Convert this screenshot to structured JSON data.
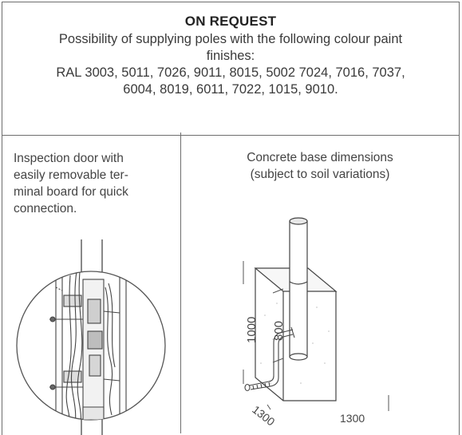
{
  "header": {
    "title": "ON REQUEST",
    "line1": "Possibility of supplying poles with the following colour paint",
    "line2": "finishes:",
    "line3": "RAL 3003, 5011, 7026, 9011, 8015, 5002 7024, 7016, 7037,",
    "line4": "6004, 8019, 6011, 7022, 1015, 9010."
  },
  "left_panel": {
    "description_lines": [
      "Inspection door with",
      "easily removable ter-",
      "minal board for quick",
      "connection."
    ]
  },
  "right_panel": {
    "caption_line1": "Concrete base dimensions",
    "caption_line2": "(subject to soil variations)",
    "dim_height_outer": "1000",
    "dim_height_inner": "800",
    "dim_depth": "1300",
    "dim_width": "1300"
  },
  "colors": {
    "line": "#6e6e6e",
    "text": "#333333"
  }
}
